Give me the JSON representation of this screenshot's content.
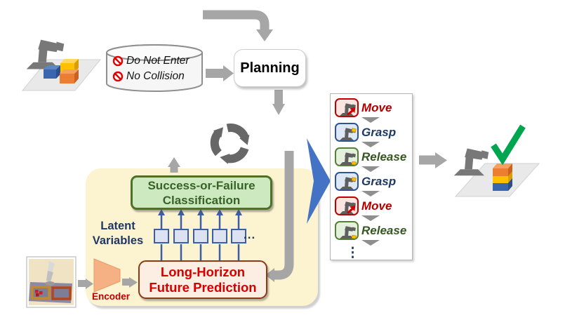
{
  "colors": {
    "module_bg": "#fcf3d0",
    "classification_fill": "#cde9bf",
    "classification_border": "#4f7029",
    "classification_text": "#38622a",
    "prediction_fill": "#fdeee3",
    "prediction_border": "#8b3a15",
    "prediction_text": "#d40000",
    "latent_blue": "#3a5fa5",
    "latent_square_fill": "#dce2f2",
    "navy_text": "#1f3864",
    "encoder_fill": "#f5b183",
    "encoder_text": "#c00000",
    "arrow_gray": "#a6a6a6",
    "loop_gray": "#676767",
    "flow_blue": "#4472c4",
    "move_accent": "#c00000",
    "grasp_accent": "#2f5496",
    "release_accent": "#538135",
    "success_green": "#00a550",
    "block_blue": "#3a66b0",
    "block_yellow": "#ffc000",
    "block_orange": "#ed7d31"
  },
  "constraints_db": {
    "rules": [
      {
        "icon": "no-entry-icon",
        "text": "Do Not Enter"
      },
      {
        "icon": "no-entry-icon",
        "text": "No Collision"
      }
    ]
  },
  "planning": {
    "label": "Planning"
  },
  "module": {
    "classification": {
      "line1": "Success-or-Failure",
      "line2": "Classification"
    },
    "latent": {
      "line1": "Latent",
      "line2": "Variables",
      "ellipsis": "..."
    },
    "prediction": {
      "line1": "Long-Horizon",
      "line2": "Future Prediction"
    },
    "encoder": {
      "label": "Encoder"
    }
  },
  "action_sequence": {
    "items": [
      {
        "type": "move",
        "icon": "robot-arm-move-icon",
        "label": "Move"
      },
      {
        "type": "grasp",
        "icon": "robot-arm-grasp-icon",
        "label": "Grasp"
      },
      {
        "type": "release",
        "icon": "robot-arm-release-icon",
        "label": "Release"
      },
      {
        "type": "grasp",
        "icon": "robot-arm-grasp-icon",
        "label": "Grasp"
      },
      {
        "type": "move",
        "icon": "robot-arm-move-icon",
        "label": "Move"
      },
      {
        "type": "release",
        "icon": "robot-arm-release-icon",
        "label": "Release"
      }
    ],
    "ellipsis": "⋮"
  }
}
